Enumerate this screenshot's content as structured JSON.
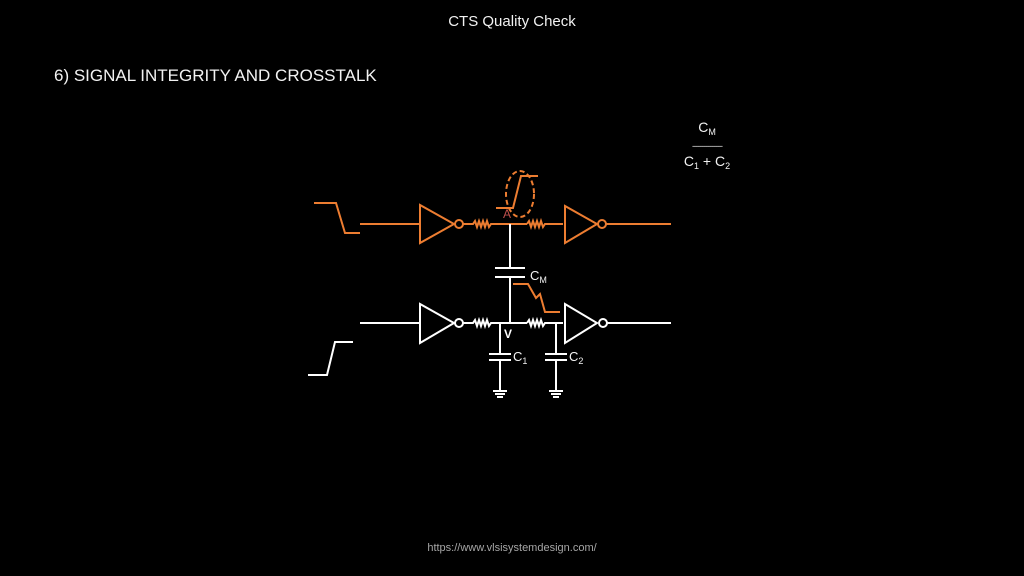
{
  "header": {
    "title": "CTS Quality Check"
  },
  "section": {
    "heading": "6) SIGNAL INTEGRITY AND CROSSTALK"
  },
  "formula": {
    "numerator": "C",
    "numerator_sub": "M",
    "denominator_c1": "C",
    "denominator_c1_sub": "1",
    "plus": "+",
    "denominator_c2": "C",
    "denominator_c2_sub": "2",
    "bar": "---------------"
  },
  "diagram": {
    "aggressor_net": {
      "color": "#ed7d31",
      "node_label": "A"
    },
    "victim_net": {
      "color": "#ffffff",
      "node_label": "V"
    },
    "coupling_cap": {
      "label": "C",
      "sub": "M"
    },
    "cap1": {
      "label": "C",
      "sub": "1"
    },
    "cap2": {
      "label": "C",
      "sub": "2"
    },
    "node_a_color": "#c0504d"
  },
  "footer": {
    "url": "https://www.vlsisystemdesign.com/"
  }
}
